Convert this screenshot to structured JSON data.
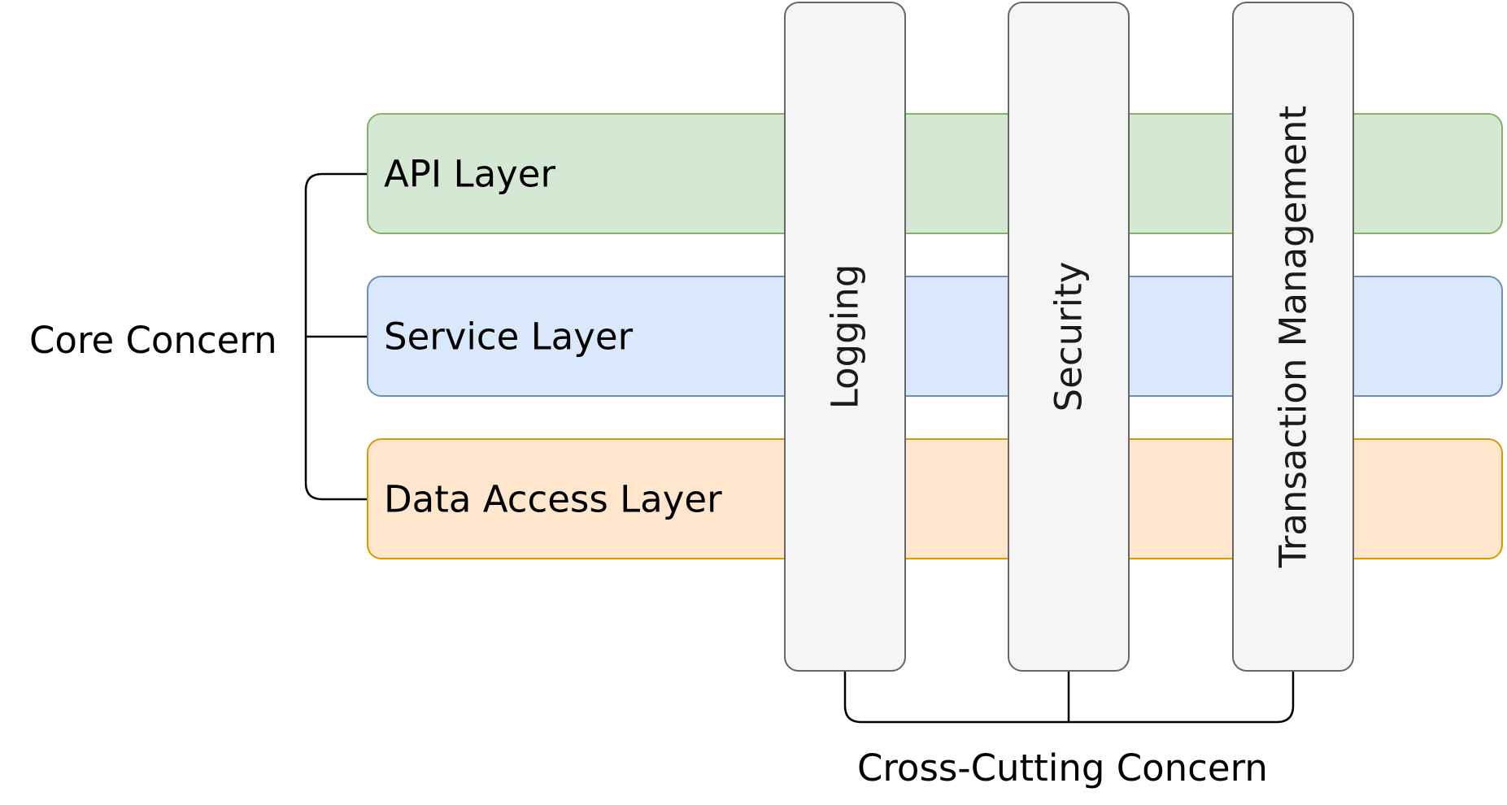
{
  "core_concern": {
    "label": "Core Concern",
    "layers": [
      {
        "label": "API Layer",
        "fill": "#d5e8d4",
        "stroke": "#82b366"
      },
      {
        "label": "Service Layer",
        "fill": "#dae8fc",
        "stroke": "#6c8ebf"
      },
      {
        "label": "Data Access Layer",
        "fill": "#ffe6cc",
        "stroke": "#d79b00"
      }
    ]
  },
  "cross_cutting_concern": {
    "label": "Cross-Cutting Concern",
    "concerns": [
      {
        "label": "Logging"
      },
      {
        "label": "Security"
      },
      {
        "label": "Transaction Management"
      }
    ],
    "fill": "#f5f5f5",
    "stroke": "#666666"
  }
}
